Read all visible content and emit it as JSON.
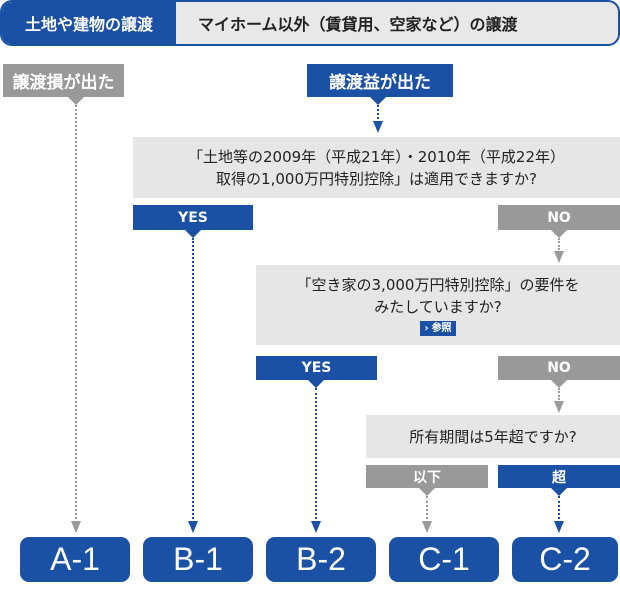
{
  "header": {
    "category": "土地や建物の譲渡",
    "title": "マイホーム以外（賃貸用、空家など）の譲渡"
  },
  "start": {
    "loss_label": "譲渡損が出た",
    "gain_label": "譲渡益が出た"
  },
  "questions": [
    {
      "lines": [
        "「土地等の2009年（平成21年）・2010年（平成22年）",
        "取得の1,000万円特別控除」は適用できますか?"
      ],
      "yes_label": "YES",
      "no_label": "NO"
    },
    {
      "lines": [
        "「空き家の3,000万円特別控除」の要件を",
        "みたしていますか?"
      ],
      "reference_label": "参照",
      "yes_label": "YES",
      "no_label": "NO"
    },
    {
      "lines": [
        "所有期間は5年超ですか?"
      ],
      "below_label": "以下",
      "over_label": "超"
    }
  ],
  "results": [
    "A-1",
    "B-1",
    "B-2",
    "C-1",
    "C-2"
  ],
  "colors": {
    "blue": "#1a51a5",
    "gray": "#999999",
    "question_bg": "#e6e6e6"
  }
}
